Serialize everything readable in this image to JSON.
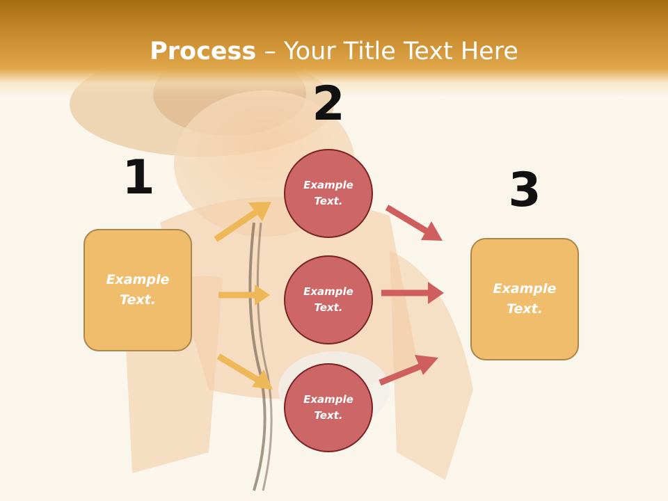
{
  "title": {
    "bold": "Process",
    "rest": " – Your Title Text Here"
  },
  "steps": {
    "one": "1",
    "two": "2",
    "three": "3"
  },
  "left_box": {
    "line1": "Example",
    "line2": "Text."
  },
  "circles": [
    {
      "line1": "Example",
      "line2": "Text."
    },
    {
      "line1": "Example",
      "line2": "Text."
    },
    {
      "line1": "Example",
      "line2": "Text."
    }
  ],
  "right_box": {
    "line1": "Example",
    "line2": "Text."
  },
  "colors": {
    "header": "#c78a2c",
    "box": "#efbd6c",
    "circle": "#cd6666",
    "arrow_orange": "#eeb858",
    "arrow_red": "#cf5f5f"
  }
}
